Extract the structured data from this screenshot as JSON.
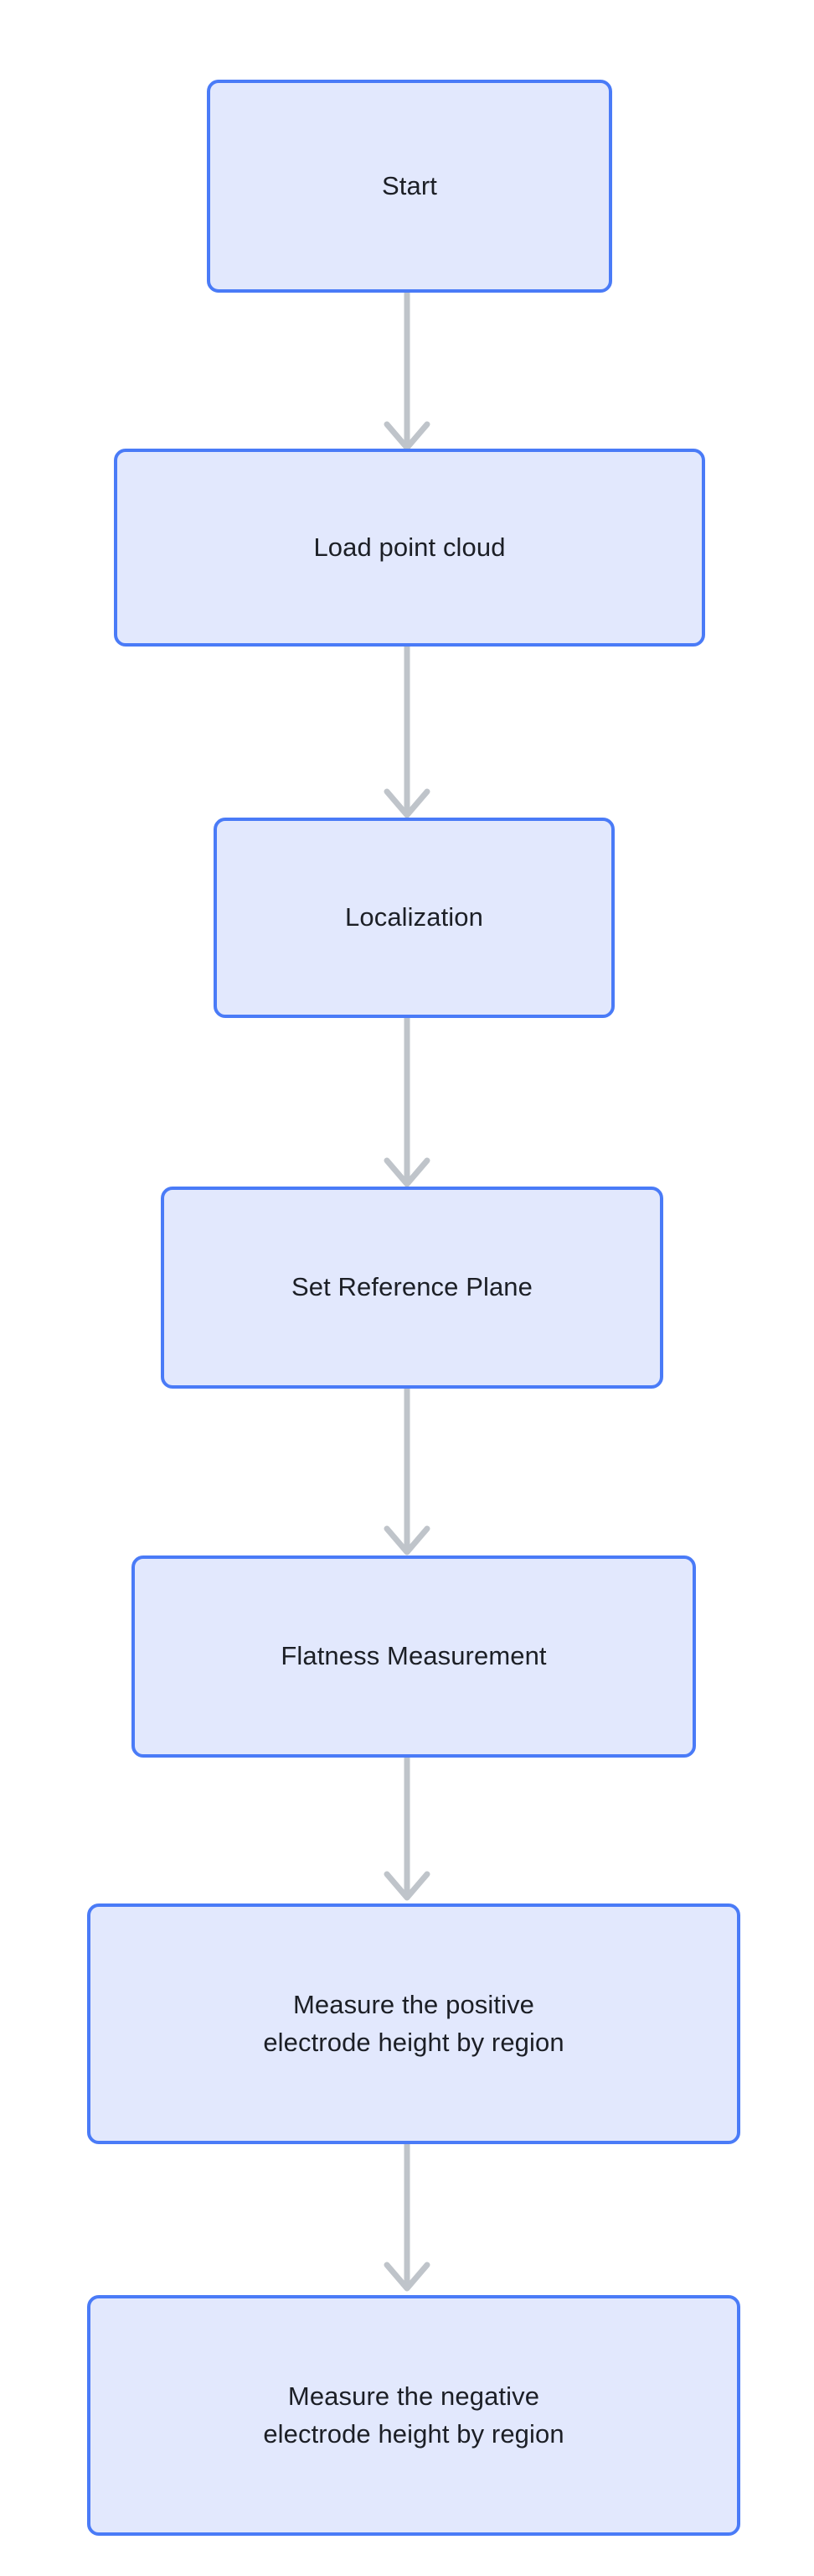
{
  "diagram": {
    "type": "flowchart",
    "orientation": "top-to-bottom",
    "background_color": "#ffffff",
    "node_fill_color": "#e2e8fd",
    "node_border_color": "#4a7bf7",
    "node_text_color": "#1c1f26",
    "edge_color": "#bfc4ca",
    "nodes": [
      {
        "id": "start",
        "label": "Start"
      },
      {
        "id": "load",
        "label": "Load point cloud"
      },
      {
        "id": "localization",
        "label": "Localization"
      },
      {
        "id": "reference",
        "label": "Set Reference Plane"
      },
      {
        "id": "flatness",
        "label": "Flatness Measurement"
      },
      {
        "id": "positive",
        "label": "Measure the positive\nelectrode height by region"
      },
      {
        "id": "negative",
        "label": "Measure the negative\nelectrode height by region"
      }
    ],
    "edges": [
      {
        "from": "start",
        "to": "load"
      },
      {
        "from": "load",
        "to": "localization"
      },
      {
        "from": "localization",
        "to": "reference"
      },
      {
        "from": "reference",
        "to": "flatness"
      },
      {
        "from": "flatness",
        "to": "positive"
      },
      {
        "from": "positive",
        "to": "negative"
      }
    ]
  }
}
